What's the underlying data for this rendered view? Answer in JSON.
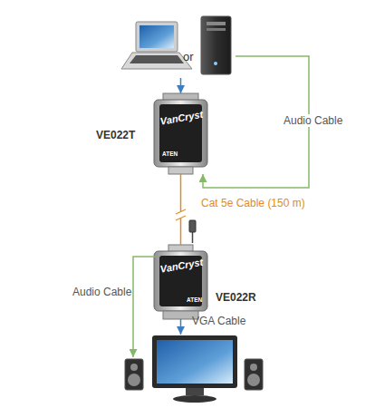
{
  "diagram": {
    "nodes": [
      {
        "text": [
          "or"
        ]
      },
      {
        "text": [
          "VE022T",
          "VanCryst",
          "ATEN"
        ]
      },
      {
        "text": [
          "VE022R",
          "VanCryst",
          "ATEN"
        ]
      }
    ],
    "edges": [
      {
        "from": 0,
        "to": 1,
        "arrow": "to"
      },
      {
        "from": 0,
        "to": 1,
        "label": "Audio Cable",
        "arrow": "to"
      },
      {
        "from": 1,
        "to": 2,
        "label": "Cat 5e Cable (150 m)",
        "arrow": "none"
      }
    ],
    "labels": [
      "Audio Cable",
      "VGA Cable"
    ]
  }
}
